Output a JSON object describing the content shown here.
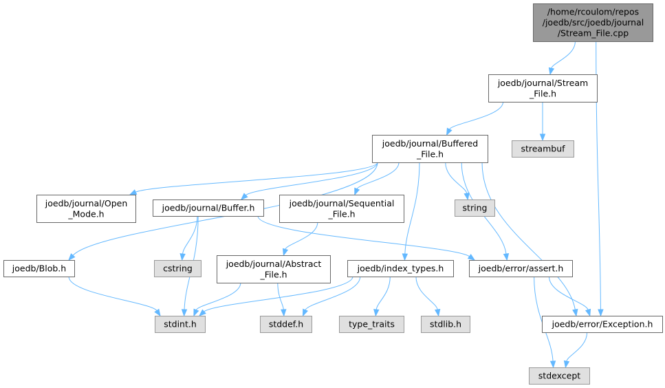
{
  "colors": {
    "root_fill": "#999999",
    "root_stroke": "#666666",
    "local_fill": "#ffffff",
    "local_stroke": "#666666",
    "system_fill": "#e0e0e0",
    "system_stroke": "#999999",
    "edge": "#63b8ff"
  },
  "nodes": [
    {
      "id": "stream_file_cpp",
      "type": "root",
      "lines": [
        "/home/rcoulom/repos",
        "/joedb/src/joedb/journal",
        "/Stream_File.cpp"
      ]
    },
    {
      "id": "stream_file_h",
      "type": "local",
      "lines": [
        "joedb/journal/Stream",
        "_File.h"
      ]
    },
    {
      "id": "streambuf",
      "type": "system",
      "lines": [
        "streambuf"
      ]
    },
    {
      "id": "buffered_file_h",
      "type": "local",
      "lines": [
        "joedb/journal/Buffered",
        "_File.h"
      ]
    },
    {
      "id": "open_mode_h",
      "type": "local",
      "lines": [
        "joedb/journal/Open",
        "_Mode.h"
      ]
    },
    {
      "id": "buffer_h",
      "type": "local",
      "lines": [
        "joedb/journal/Buffer.h"
      ]
    },
    {
      "id": "sequential_file_h",
      "type": "local",
      "lines": [
        "joedb/journal/Sequential",
        "_File.h"
      ]
    },
    {
      "id": "string",
      "type": "system",
      "lines": [
        "string"
      ]
    },
    {
      "id": "cstring",
      "type": "system",
      "lines": [
        "cstring"
      ]
    },
    {
      "id": "blob_h",
      "type": "local",
      "lines": [
        "joedb/Blob.h"
      ]
    },
    {
      "id": "abstract_file_h",
      "type": "local",
      "lines": [
        "joedb/journal/Abstract",
        "_File.h"
      ]
    },
    {
      "id": "index_types_h",
      "type": "local",
      "lines": [
        "joedb/index_types.h"
      ]
    },
    {
      "id": "assert_h",
      "type": "local",
      "lines": [
        "joedb/error/assert.h"
      ]
    },
    {
      "id": "stdint_h",
      "type": "system",
      "lines": [
        "stdint.h"
      ]
    },
    {
      "id": "stddef_h",
      "type": "system",
      "lines": [
        "stddef.h"
      ]
    },
    {
      "id": "type_traits",
      "type": "system",
      "lines": [
        "type_traits"
      ]
    },
    {
      "id": "stdlib_h",
      "type": "system",
      "lines": [
        "stdlib.h"
      ]
    },
    {
      "id": "exception_h",
      "type": "local",
      "lines": [
        "joedb/error/Exception.h"
      ]
    },
    {
      "id": "stdexcept",
      "type": "system",
      "lines": [
        "stdexcept"
      ]
    }
  ],
  "edges": [
    {
      "from": "stream_file_cpp",
      "to": "stream_file_h"
    },
    {
      "from": "stream_file_cpp",
      "to": "exception_h"
    },
    {
      "from": "stream_file_h",
      "to": "buffered_file_h"
    },
    {
      "from": "stream_file_h",
      "to": "streambuf"
    },
    {
      "from": "buffered_file_h",
      "to": "blob_h"
    },
    {
      "from": "buffered_file_h",
      "to": "open_mode_h"
    },
    {
      "from": "buffered_file_h",
      "to": "buffer_h"
    },
    {
      "from": "buffered_file_h",
      "to": "sequential_file_h"
    },
    {
      "from": "buffered_file_h",
      "to": "index_types_h"
    },
    {
      "from": "buffered_file_h",
      "to": "string"
    },
    {
      "from": "buffered_file_h",
      "to": "assert_h"
    },
    {
      "from": "buffered_file_h",
      "to": "exception_h"
    },
    {
      "from": "blob_h",
      "to": "stdint_h"
    },
    {
      "from": "buffer_h",
      "to": "stdint_h"
    },
    {
      "from": "buffer_h",
      "to": "cstring"
    },
    {
      "from": "buffer_h",
      "to": "assert_h"
    },
    {
      "from": "sequential_file_h",
      "to": "abstract_file_h"
    },
    {
      "from": "abstract_file_h",
      "to": "stdint_h"
    },
    {
      "from": "abstract_file_h",
      "to": "stddef_h"
    },
    {
      "from": "index_types_h",
      "to": "stdint_h"
    },
    {
      "from": "index_types_h",
      "to": "stddef_h"
    },
    {
      "from": "index_types_h",
      "to": "type_traits"
    },
    {
      "from": "index_types_h",
      "to": "stdlib_h"
    },
    {
      "from": "assert_h",
      "to": "exception_h"
    },
    {
      "from": "assert_h",
      "to": "stdexcept"
    },
    {
      "from": "exception_h",
      "to": "stdexcept"
    }
  ]
}
